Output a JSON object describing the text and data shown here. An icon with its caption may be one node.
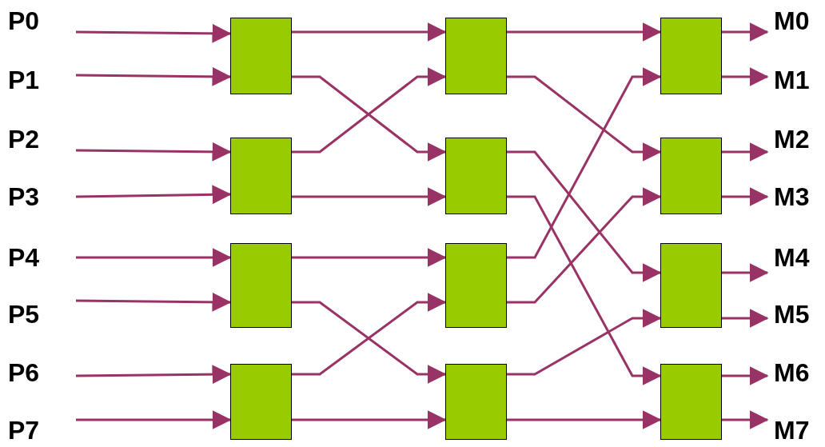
{
  "diagram": {
    "nodes": [
      {
        "text": [
          "P0"
        ]
      },
      {
        "text": [
          "P1"
        ]
      },
      {
        "text": [
          "P2"
        ]
      },
      {
        "text": [
          "P3"
        ]
      },
      {
        "text": [
          "P4"
        ]
      },
      {
        "text": [
          "P5"
        ]
      },
      {
        "text": [
          "P6"
        ]
      },
      {
        "text": [
          "P7"
        ]
      },
      {
        "text": [],
        "shape": "box"
      },
      {
        "text": [],
        "shape": "box"
      },
      {
        "text": [],
        "shape": "box"
      },
      {
        "text": [],
        "shape": "box"
      },
      {
        "text": [],
        "shape": "box"
      },
      {
        "text": [],
        "shape": "box"
      },
      {
        "text": [],
        "shape": "box"
      },
      {
        "text": [],
        "shape": "box"
      },
      {
        "text": [],
        "shape": "box"
      },
      {
        "text": [],
        "shape": "box"
      },
      {
        "text": [],
        "shape": "box"
      },
      {
        "text": [],
        "shape": "box"
      },
      {
        "text": [
          "M0"
        ]
      },
      {
        "text": [
          "M1"
        ]
      },
      {
        "text": [
          "M2"
        ]
      },
      {
        "text": [
          "M3"
        ]
      },
      {
        "text": [
          "M4"
        ]
      },
      {
        "text": [
          "M5"
        ]
      },
      {
        "text": [
          "M6"
        ]
      },
      {
        "text": [
          "M7"
        ]
      }
    ],
    "edges": [
      {
        "from": 0,
        "to": 8,
        "arrow": "to"
      },
      {
        "from": 1,
        "to": 8,
        "arrow": "to"
      },
      {
        "from": 2,
        "to": 9,
        "arrow": "to"
      },
      {
        "from": 3,
        "to": 9,
        "arrow": "to"
      },
      {
        "from": 4,
        "to": 10,
        "arrow": "to"
      },
      {
        "from": 5,
        "to": 10,
        "arrow": "to"
      },
      {
        "from": 6,
        "to": 11,
        "arrow": "to"
      },
      {
        "from": 7,
        "to": 11,
        "arrow": "to"
      },
      {
        "from": 8,
        "to": 12,
        "arrow": "to"
      },
      {
        "from": 8,
        "to": 13,
        "arrow": "to"
      },
      {
        "from": 9,
        "to": 12,
        "arrow": "to"
      },
      {
        "from": 9,
        "to": 13,
        "arrow": "to"
      },
      {
        "from": 10,
        "to": 14,
        "arrow": "to"
      },
      {
        "from": 10,
        "to": 15,
        "arrow": "to"
      },
      {
        "from": 11,
        "to": 14,
        "arrow": "to"
      },
      {
        "from": 11,
        "to": 15,
        "arrow": "to"
      },
      {
        "from": 12,
        "to": 16,
        "arrow": "to"
      },
      {
        "from": 12,
        "to": 17,
        "arrow": "to"
      },
      {
        "from": 13,
        "to": 18,
        "arrow": "to"
      },
      {
        "from": 13,
        "to": 19,
        "arrow": "to"
      },
      {
        "from": 14,
        "to": 16,
        "arrow": "to"
      },
      {
        "from": 14,
        "to": 17,
        "arrow": "to"
      },
      {
        "from": 15,
        "to": 18,
        "arrow": "to"
      },
      {
        "from": 15,
        "to": 19,
        "arrow": "to"
      },
      {
        "from": 16,
        "to": 20,
        "arrow": "to"
      },
      {
        "from": 16,
        "to": 21,
        "arrow": "to"
      },
      {
        "from": 17,
        "to": 22,
        "arrow": "to"
      },
      {
        "from": 17,
        "to": 23,
        "arrow": "to"
      },
      {
        "from": 18,
        "to": 24,
        "arrow": "to"
      },
      {
        "from": 18,
        "to": 25,
        "arrow": "to"
      },
      {
        "from": 19,
        "to": 26,
        "arrow": "to"
      },
      {
        "from": 19,
        "to": 27,
        "arrow": "to"
      }
    ]
  }
}
